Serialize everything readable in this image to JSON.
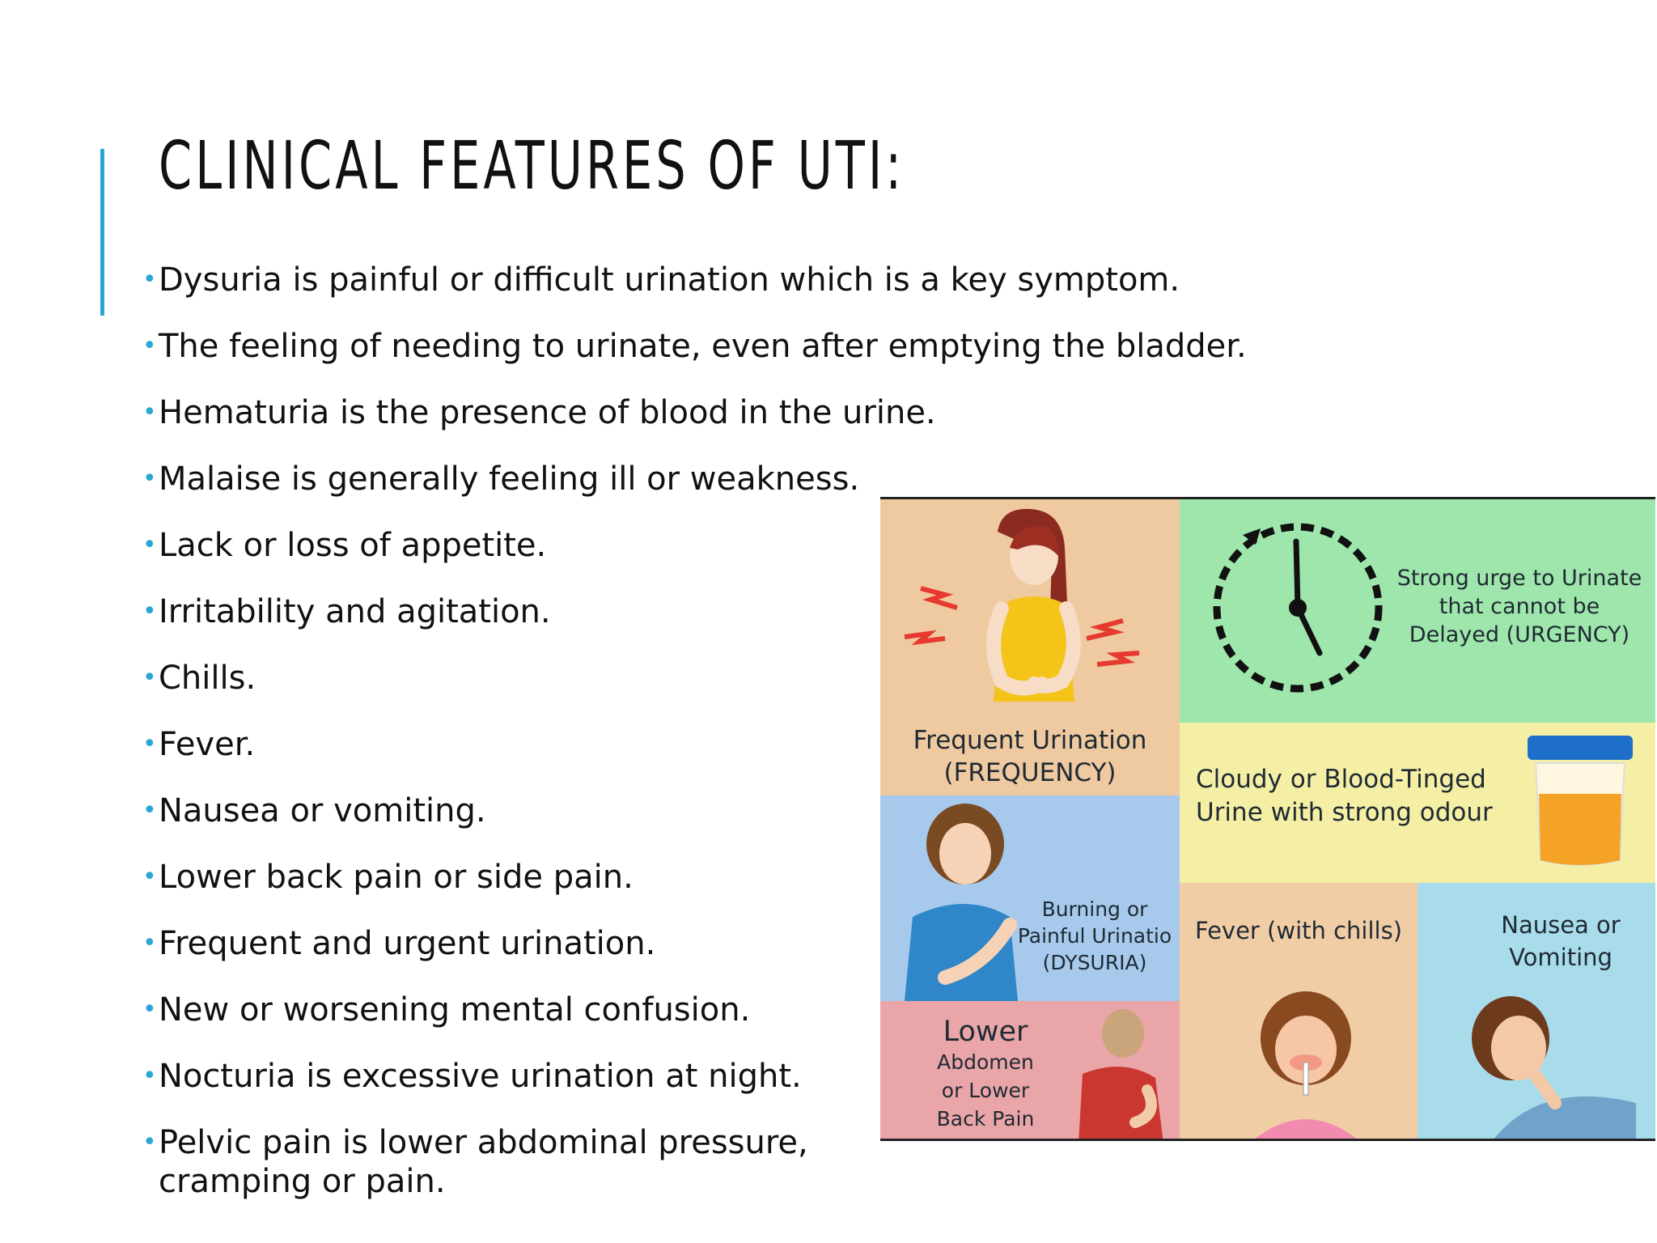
{
  "slide": {
    "title": "CLINICAL FEATURES OF UTI:",
    "bullets": [
      "Dysuria is painful or difficult urination which is a key symptom.",
      "The feeling of needing to urinate, even after emptying the bladder.",
      "Hematuria is the presence of blood in the urine.",
      "Malaise is generally feeling ill or weakness.",
      "Lack or loss of appetite.",
      "Irritability and agitation.",
      "Chills.",
      "Fever.",
      "Nausea or vomiting.",
      "Lower back pain or side pain.",
      "Frequent and urgent urination.",
      "New or worsening mental confusion.",
      "Nocturia is excessive urination at night.",
      "Pelvic pain is lower abdominal pressure, cramping or pain."
    ],
    "bullet_color": "#2aa6d6"
  },
  "infographic": {
    "frequency": {
      "line1": "Frequent Urination",
      "line2": "(FREQUENCY)"
    },
    "urgency": {
      "line1": "Strong urge to Urinate",
      "line2": "that cannot be",
      "line3": "Delayed (URGENCY)"
    },
    "cloudy": {
      "line1": "Cloudy or Blood-Tinged",
      "line2": "Urine with strong odour"
    },
    "dysuria": {
      "line1": "Burning or",
      "line2": "Painful Urinatio",
      "line3": "(DYSURIA)"
    },
    "fever": {
      "line1": "Fever (with chills)"
    },
    "nausea": {
      "line1": "Nausea or",
      "line2": "Vomiting"
    },
    "lower": {
      "line1": "Lower",
      "line2": "Abdomen",
      "line3": "or Lower",
      "line4": "Back Pain"
    }
  }
}
